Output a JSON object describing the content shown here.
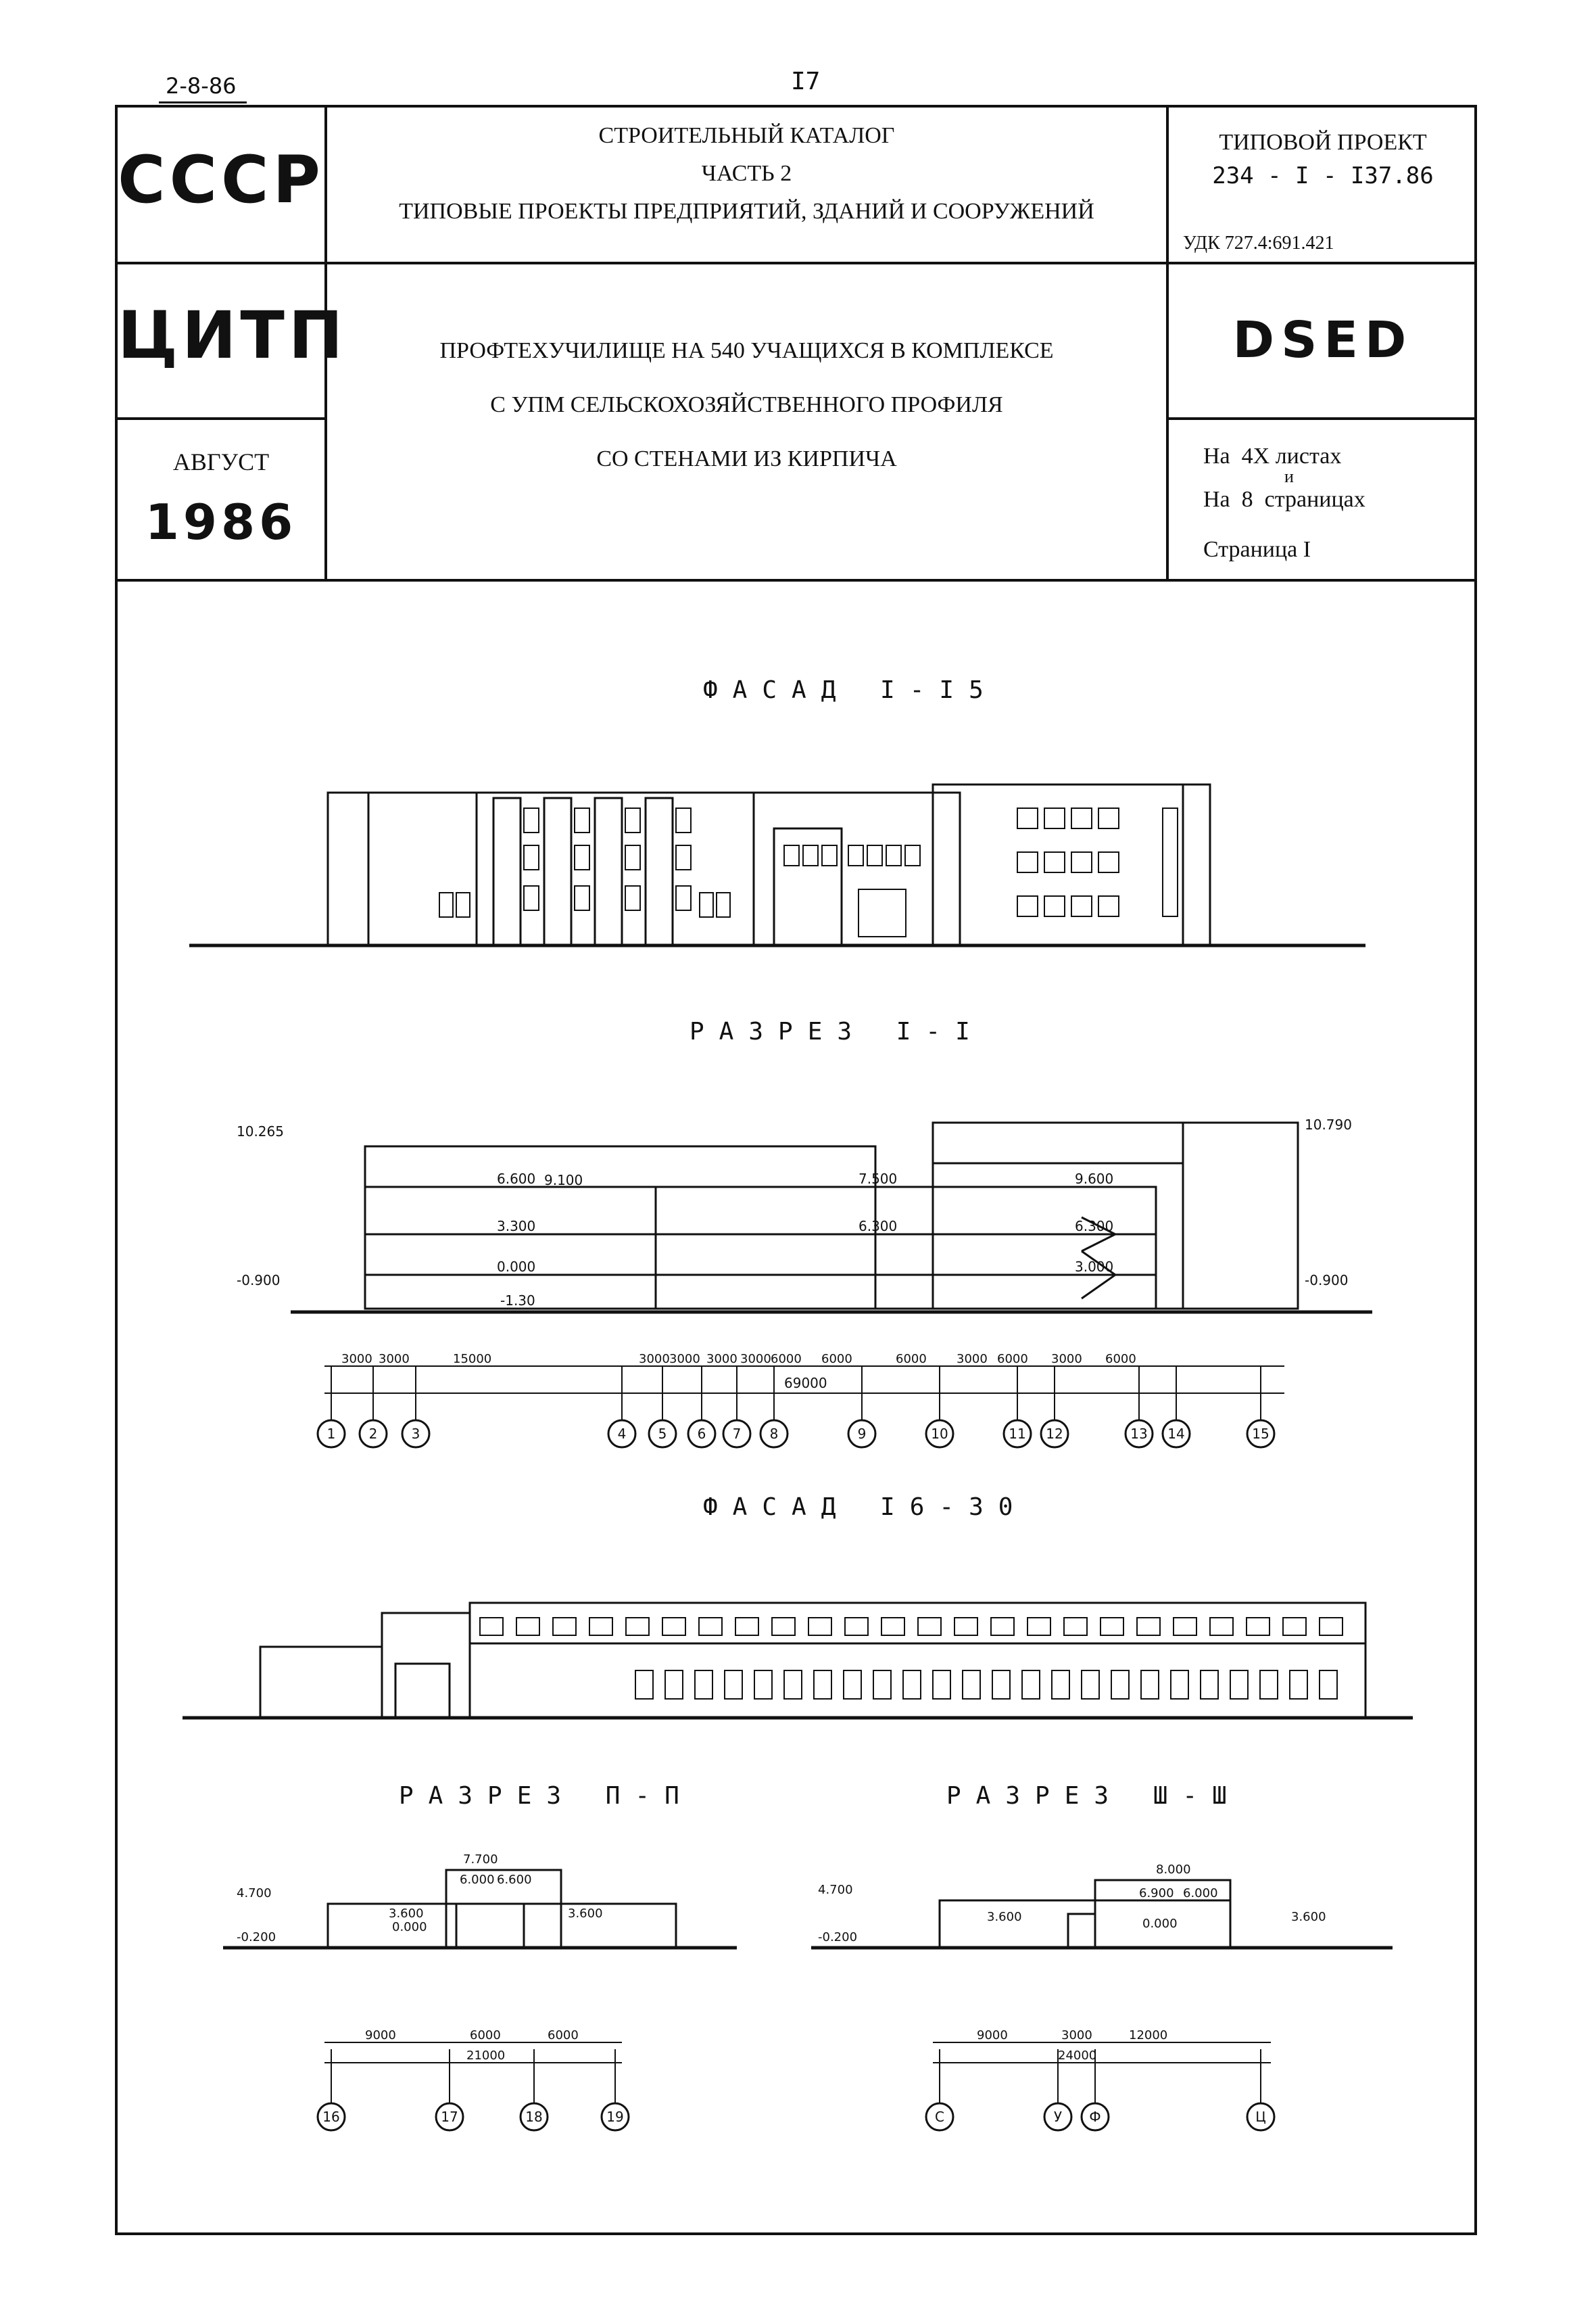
{
  "header": {
    "code": "2-8-86",
    "page_number": "I7"
  },
  "title_block": {
    "org1": "СССР",
    "org2": "ЦИТП",
    "date_month": "АВГУСТ",
    "date_year": "1986",
    "catalog_line1": "СТРОИТЕЛЬНЫЙ КАТАЛОГ",
    "catalog_line2": "ЧАСТЬ 2",
    "catalog_line3": "ТИПОВЫЕ ПРОЕКТЫ ПРЕДПРИЯТИЙ, ЗДАНИЙ И СООРУЖЕНИЙ",
    "project_label": "ТИПОВОЙ ПРОЕКТ",
    "project_number": "234 - I - I37.86",
    "udk": "УДК 727.4:691.421",
    "project_title_line1": "ПРОФТЕХУЧИЛИЩЕ НА 540 УЧАЩИХСЯ В КОМПЛЕКСЕ",
    "project_title_line2": "С УПМ СЕЛЬСКОХОЗЯЙСТВЕННОГО ПРОФИЛЯ",
    "project_title_line3": "СО СТЕНАМИ ИЗ КИРПИЧА",
    "code_stamp": "DSED",
    "sheets_line": "На  4Х листах",
    "sheets_and": "и",
    "pages_line": "На  8  страницах",
    "page_line": "Страница I"
  },
  "drawings": {
    "facade1_title": "ФАСАД I-I5",
    "section1_title": "РАЗРЕЗ I-I",
    "facade2_title": "ФАСАД I6-30",
    "section2_title": "РАЗРЕЗ П-П",
    "section3_title": "РАЗРЕЗ Ш-Ш",
    "section1": {
      "levels": [
        "10.265",
        "-0.900",
        "6.600",
        "9.100",
        "3.300",
        "0.000",
        "-1.30",
        "7.500",
        "6.300",
        "9.600",
        "6.300",
        "3.000",
        "10.790",
        "-0.900"
      ],
      "dims": [
        "3000",
        "3000",
        "15000",
        "3000",
        "3000",
        "3000",
        "3000",
        "6000",
        "6000",
        "6000",
        "3000",
        "6000",
        "3000",
        "6000"
      ],
      "total": "69000",
      "axes": [
        "1",
        "2",
        "3",
        "4",
        "5",
        "6",
        "7",
        "8",
        "9",
        "10",
        "11",
        "12",
        "13",
        "14",
        "15"
      ]
    },
    "section2": {
      "levels": [
        "4.700",
        "-0.200",
        "7.700",
        "6.000",
        "6.600",
        "3.600",
        "0.000",
        "3.600"
      ],
      "dims": [
        "9000",
        "6000",
        "6000"
      ],
      "total": "21000",
      "axes": [
        "16",
        "17",
        "18",
        "19"
      ]
    },
    "section3": {
      "levels": [
        "4.700",
        "-0.200",
        "8.000",
        "6.900",
        "6.000",
        "3.600",
        "0.000",
        "3.600"
      ],
      "dims": [
        "9000",
        "3000",
        "12000"
      ],
      "total": "24000",
      "axes": [
        "С",
        "У",
        "Ф",
        "Ц"
      ]
    }
  }
}
